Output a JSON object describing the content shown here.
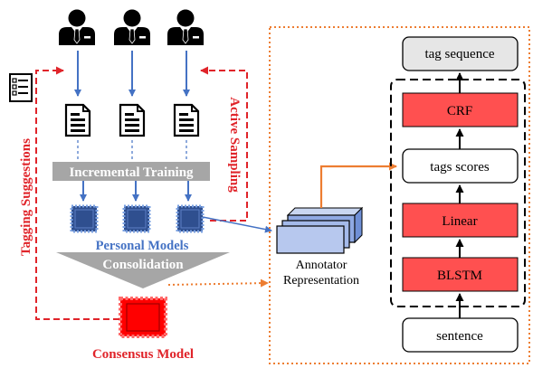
{
  "labels": {
    "incremental_training": "Incremental Training",
    "personal_models": "Personal Models",
    "consolidation": "Consolidation",
    "consensus_model": "Consensus Model",
    "tagging_suggestions": "Tagging Suggestions",
    "active_sampling": "Active Sampling",
    "annotator_line1": "Annotator",
    "annotator_line2": "Representation"
  },
  "network": {
    "tag_sequence": "tag sequence",
    "crf": "CRF",
    "tags_scores": "tags scores",
    "linear": "Linear",
    "blstm": "BLSTM",
    "sentence": "sentence"
  },
  "icons": {
    "annotator": "person-with-tie-icon",
    "document": "document-icon",
    "checklist": "checklist-icon",
    "model": "stamp-model-icon"
  },
  "colors": {
    "red": "#e0242a",
    "red_fill": "#ff5050",
    "blue_arrow": "#4472c4",
    "model_blue": "#2f4f8f",
    "orange": "#ed7d31",
    "gray_bar": "#a6a6a6",
    "gray_box": "#e6e6e6",
    "black": "#000000"
  }
}
